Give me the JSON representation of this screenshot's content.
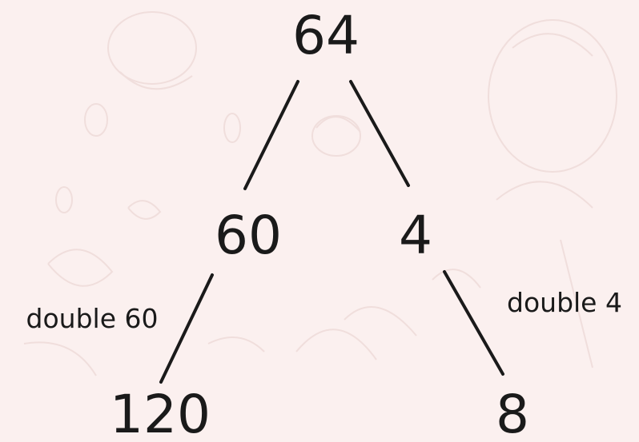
{
  "tree": {
    "root": "64",
    "left": "60",
    "right": "4",
    "left_child": "120",
    "right_child": "8",
    "left_label": "double 60",
    "right_label": "double 4"
  },
  "colors": {
    "background": "#fbf0ef",
    "ink": "#1a1a1a",
    "decor": "#f0e0de"
  }
}
